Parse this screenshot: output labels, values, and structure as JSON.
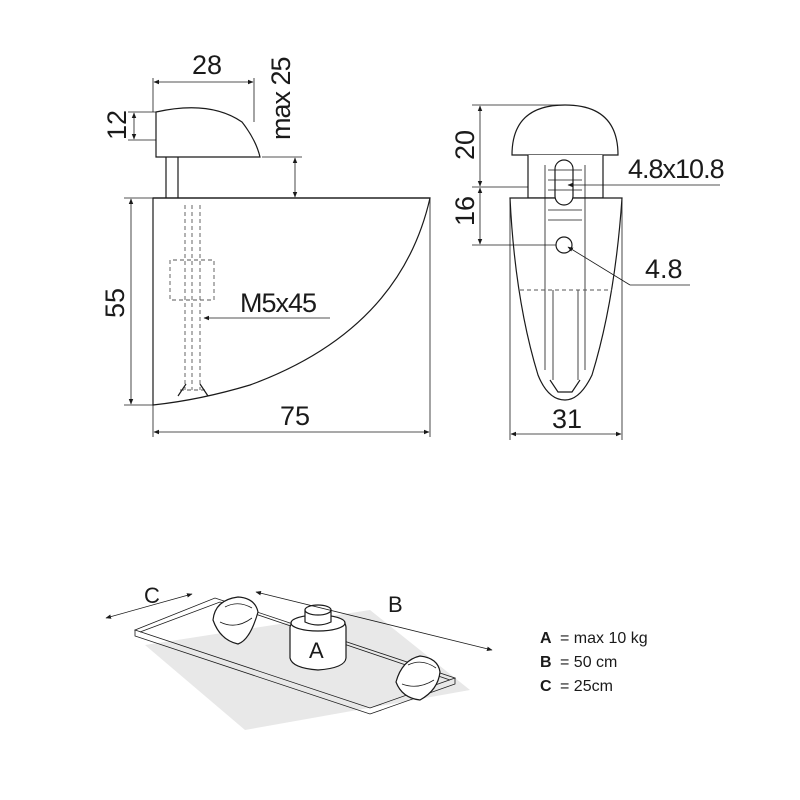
{
  "dimensions": {
    "width_top": "28",
    "max_gap": "max 25",
    "clamp_height": "12",
    "body_height": "55",
    "screw": "M5x45",
    "length": "75",
    "front_top": "20",
    "front_mid": "16",
    "slot": "4.8x10.8",
    "hole": "4.8",
    "front_width": "31"
  },
  "iso": {
    "label_c": "C",
    "label_b": "B",
    "weight_label": "A"
  },
  "legend": [
    {
      "key": "A",
      "text": "= max 10 kg"
    },
    {
      "key": "B",
      "text": "= 50 cm"
    },
    {
      "key": "C",
      "text": "= 25cm"
    }
  ]
}
